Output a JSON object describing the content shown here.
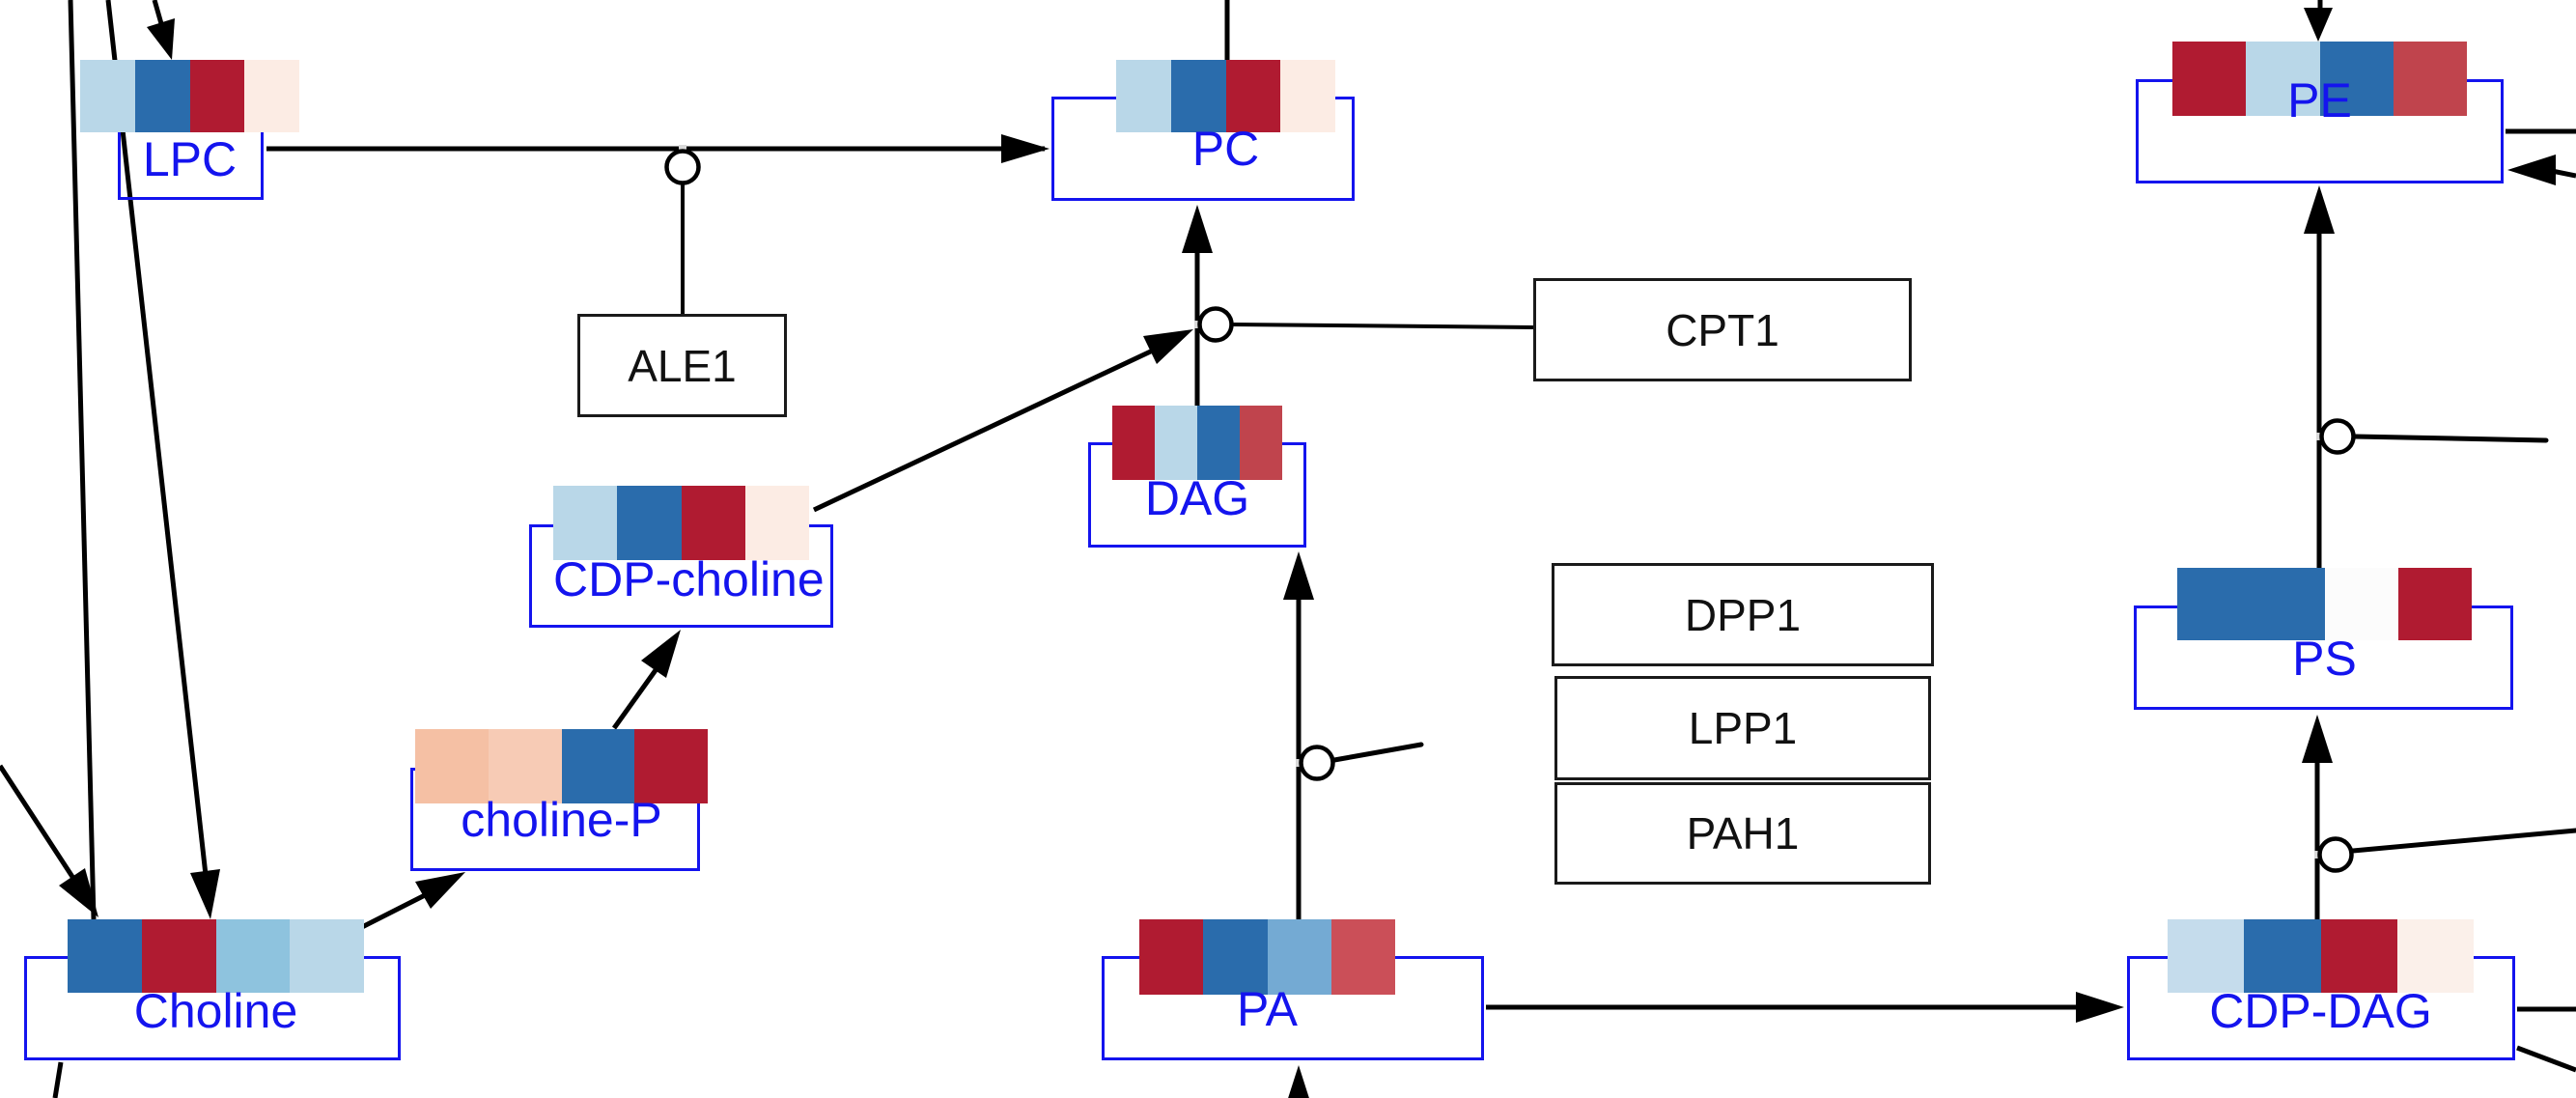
{
  "palette": {
    "node_border": "#1414ee",
    "node_label_color": "#1414ee",
    "enzyme_border": "#1a1a1a",
    "enzyme_label_color": "#111111",
    "edge_color": "#000000",
    "junction_fill": "#ffffff",
    "heat_dark_blue": "#2a6cac",
    "heat_light_blue": "#b9d7e8",
    "heat_crimson": "#b01b31",
    "heat_pale_pink": "#fcece4"
  },
  "nodes": {
    "lpc": {
      "label": "LPC",
      "squares": [
        "#b9d7e8",
        "#2a6cac",
        "#b01b31",
        "#fcece4"
      ]
    },
    "pc": {
      "label": "PC",
      "squares": [
        "#b9d7e8",
        "#2a6cac",
        "#b01b31",
        "#fcece4"
      ]
    },
    "pe": {
      "label": "PE",
      "squares": [
        "#b01b31",
        "#b9d7e8",
        "#2a6cac",
        "#c0444d"
      ]
    },
    "dag": {
      "label": "DAG",
      "squares": [
        "#b01b31",
        "#b9d7e8",
        "#2a6cac",
        "#c0444d"
      ]
    },
    "cdp_choline": {
      "label": "CDP-choline",
      "squares": [
        "#b9d7e8",
        "#2a6cac",
        "#b01b31",
        "#fcece4"
      ]
    },
    "choline_p": {
      "label": "choline-P",
      "squares": [
        "#f5c0a4",
        "#f7cbb5",
        "#2a6cac",
        "#b01b31"
      ]
    },
    "choline": {
      "label": "Choline",
      "squares": [
        "#2a6cac",
        "#b01b31",
        "#8ec3de",
        "#b9d7e8"
      ]
    },
    "pa": {
      "label": "PA",
      "squares": [
        "#b01b31",
        "#2a6cac",
        "#74aad3",
        "#cb4f58"
      ]
    },
    "cdp_dag": {
      "label": "CDP-DAG",
      "squares": [
        "#c5dcec",
        "#2a6cac",
        "#b01b31",
        "#fbf0ea"
      ]
    },
    "ps": {
      "label": "PS",
      "squares": [
        "#2a6cac",
        "#2a6cac",
        "#fcfcfc",
        "#b01b31"
      ]
    }
  },
  "enzymes": {
    "ale1": {
      "label": "ALE1"
    },
    "cpt1": {
      "label": "CPT1"
    },
    "dpp1": {
      "label": "DPP1"
    },
    "lpp1": {
      "label": "LPP1"
    },
    "pah1": {
      "label": "PAH1"
    }
  }
}
